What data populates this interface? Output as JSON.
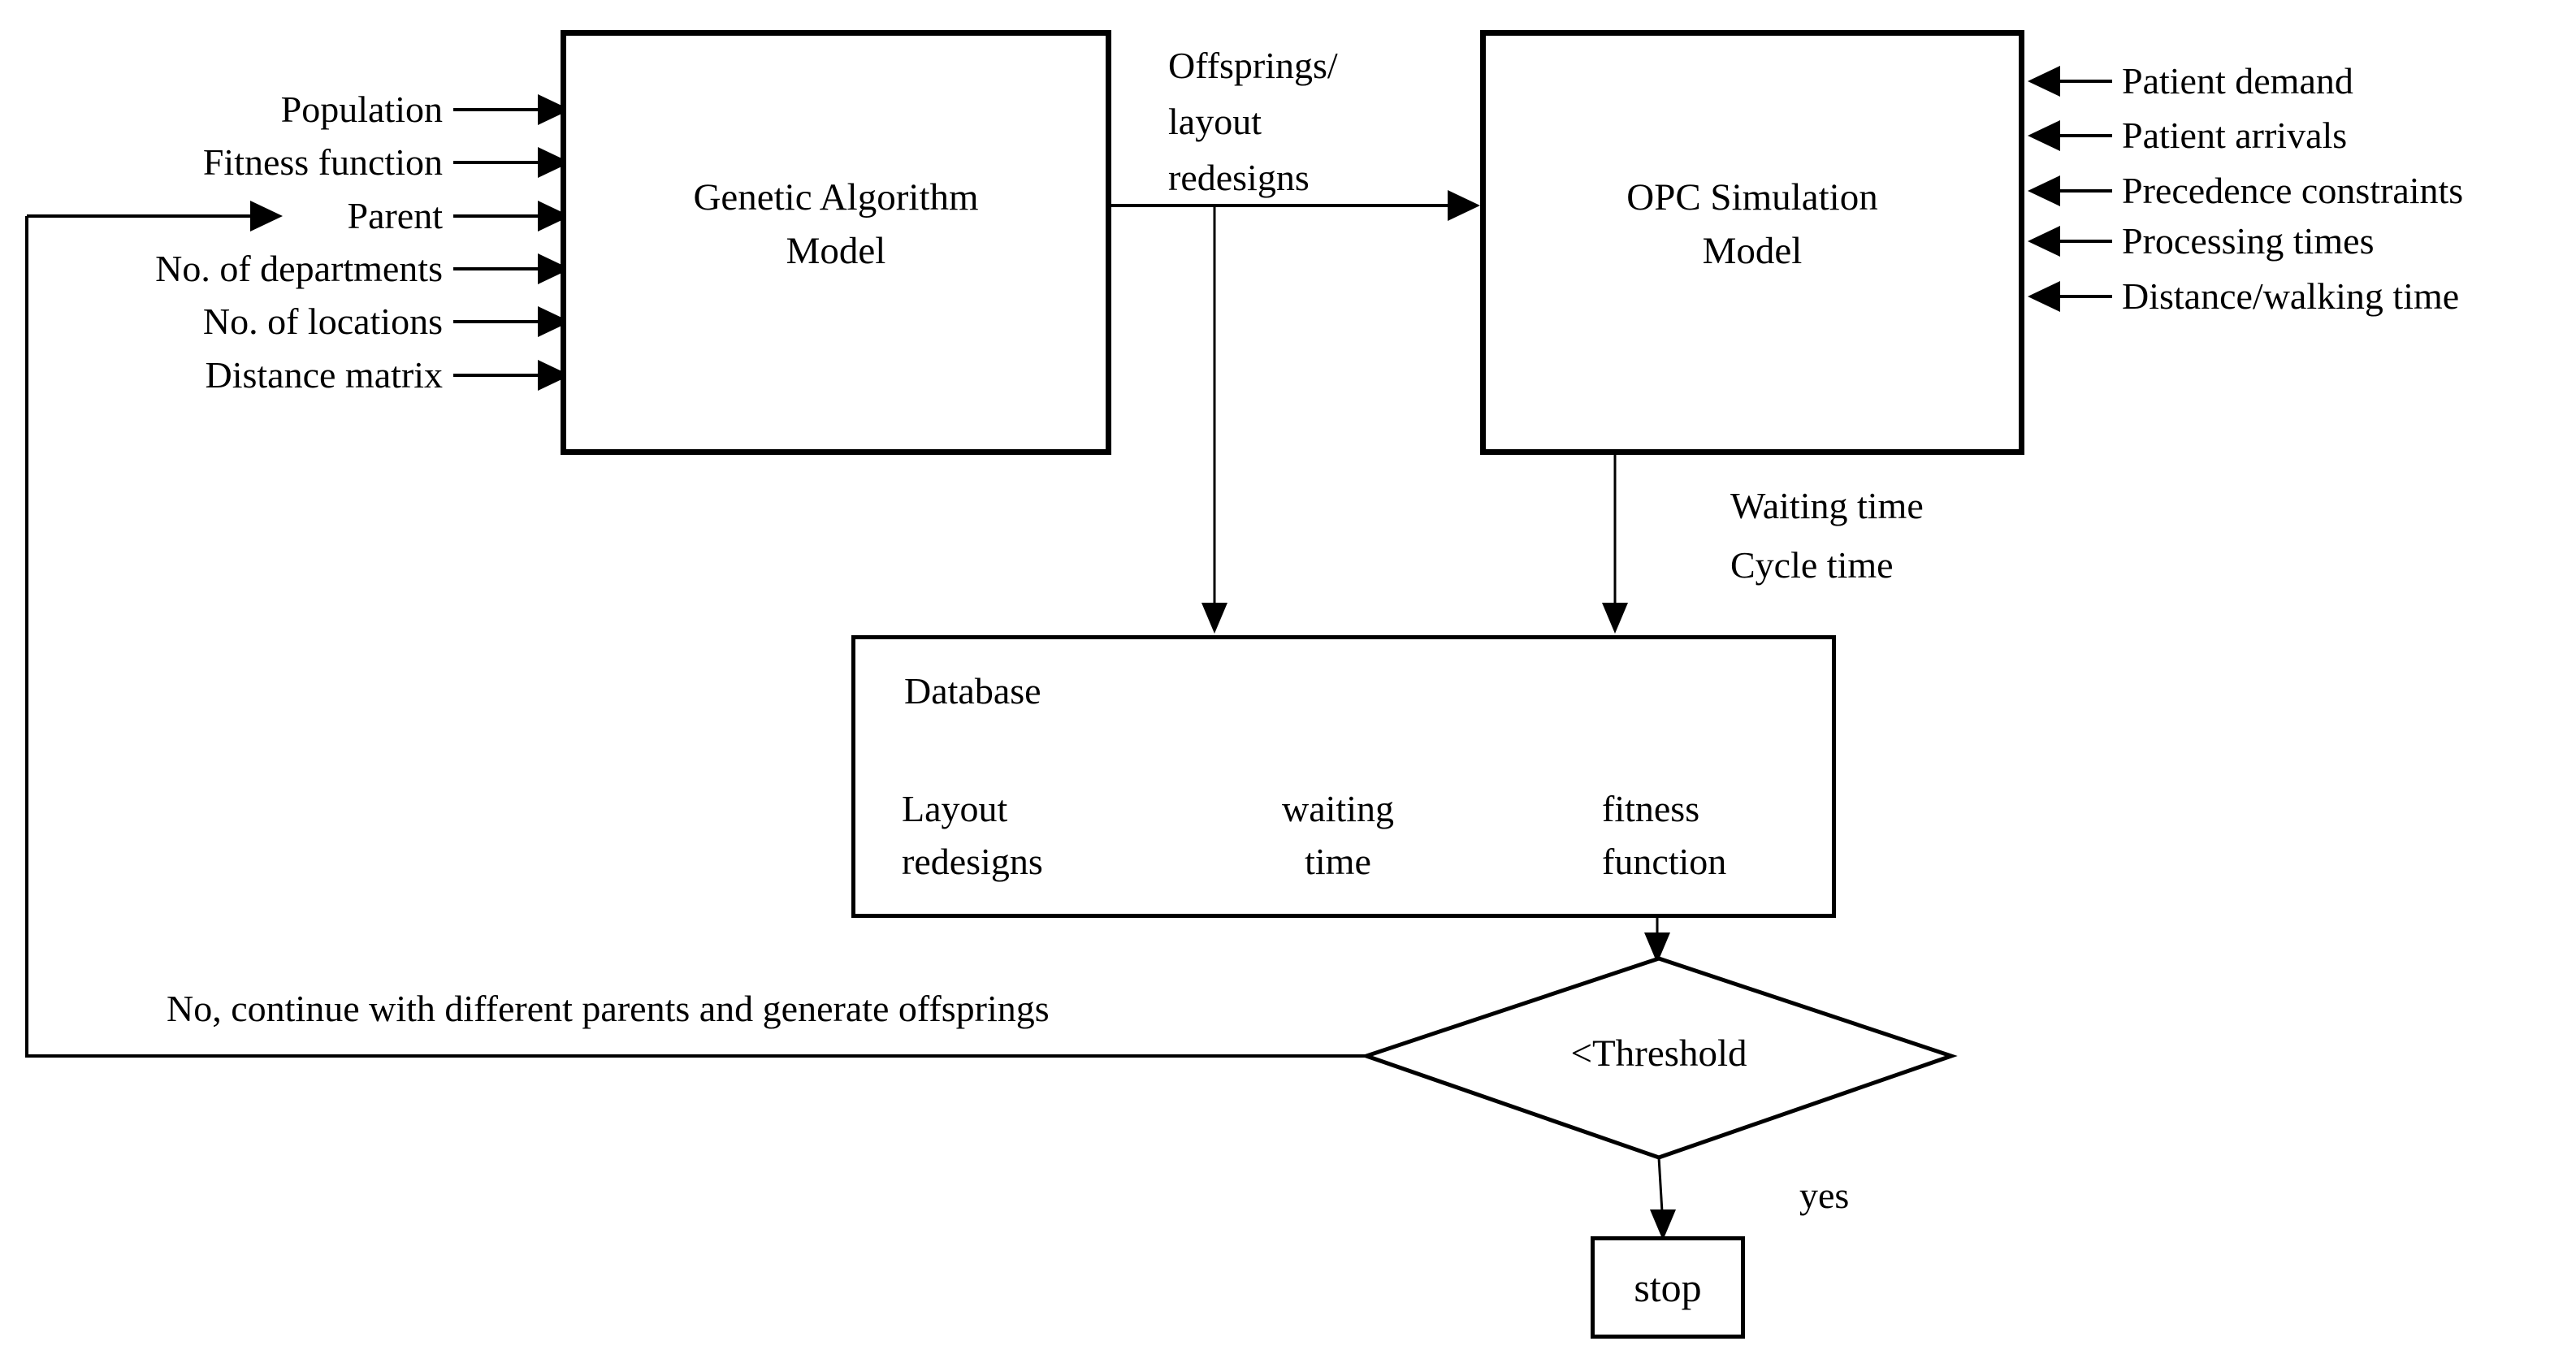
{
  "diagram": {
    "ga_box": {
      "line1": "Genetic Algorithm",
      "line2": "Model"
    },
    "opc_box": {
      "line1": "OPC Simulation",
      "line2": "Model"
    },
    "ga_inputs": [
      "Population",
      "Fitness function",
      "Parent",
      "No. of departments",
      "No. of locations",
      "Distance matrix"
    ],
    "opc_inputs": [
      "Patient demand",
      "Patient arrivals",
      "Precedence constraints",
      "Processing times",
      "Distance/walking time"
    ],
    "offsprings_label": {
      "line1": "Offsprings/",
      "line2": "layout",
      "line3": "redesigns"
    },
    "sim_outputs": {
      "line1": "Waiting time",
      "line2": "Cycle time"
    },
    "database": {
      "title": "Database",
      "col1": {
        "line1": "Layout",
        "line2": "redesigns"
      },
      "col2": {
        "line1": "waiting",
        "line2": "time"
      },
      "col3": {
        "line1": "fitness",
        "line2": "function"
      }
    },
    "decision": {
      "label": "<Threshold"
    },
    "edges": {
      "no_label": "No, continue with different parents and generate offsprings",
      "yes_label": "yes"
    },
    "stop_box": {
      "label": "stop"
    },
    "colors": {
      "ink": "#000000",
      "background": "#ffffff"
    }
  }
}
